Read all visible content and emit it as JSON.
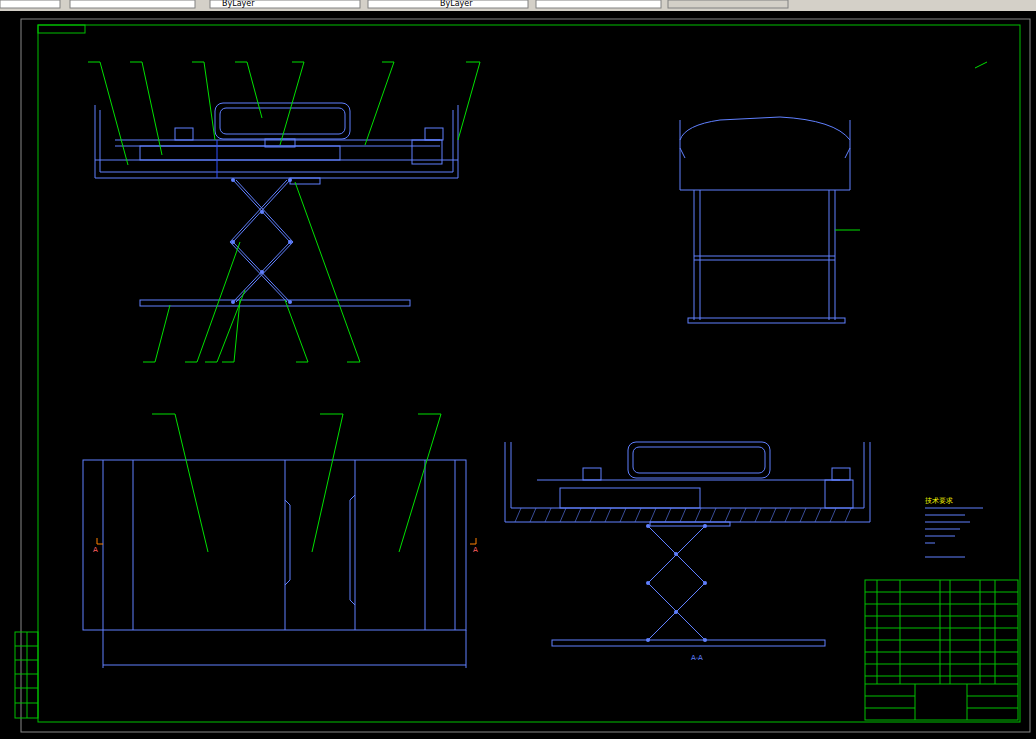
{
  "diagram": {
    "labels": [
      "ByLayer",
      "ByLayer",
      "A",
      "A",
      "A-A",
      "技术要求"
    ]
  }
}
